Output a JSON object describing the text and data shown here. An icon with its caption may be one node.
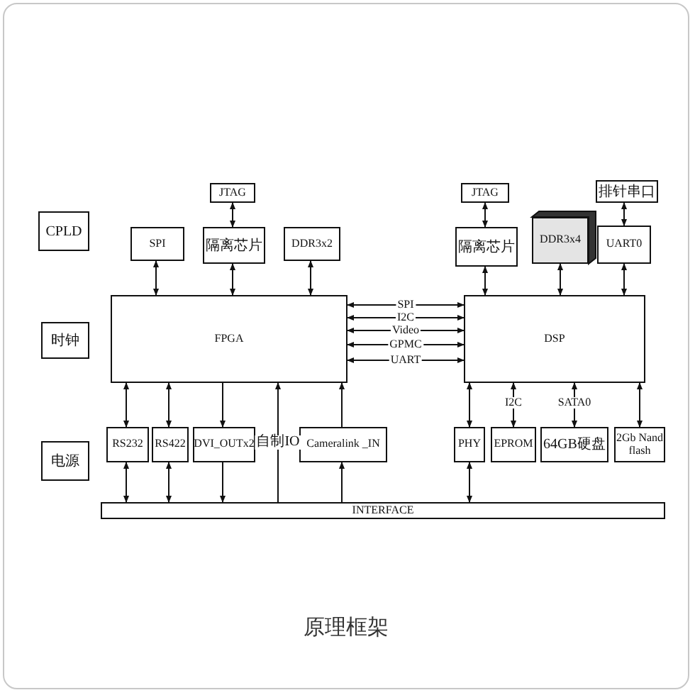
{
  "diagram": {
    "caption": "原理框架",
    "nodes": [
      {
        "text": [
          "CPLD"
        ]
      },
      {
        "text": [
          "JTAG"
        ]
      },
      {
        "text": [
          "SPI"
        ]
      },
      {
        "text": [
          "隔离芯片"
        ]
      },
      {
        "text": [
          "DDR3x2"
        ]
      },
      {
        "text": [
          "JTAG"
        ]
      },
      {
        "text": [
          "隔离芯片"
        ]
      },
      {
        "text": [
          "DDR3x4"
        ]
      },
      {
        "text": [
          "排针串口"
        ]
      },
      {
        "text": [
          "UART0"
        ]
      },
      {
        "text": [
          "时钟"
        ]
      },
      {
        "text": [
          "FPGA"
        ]
      },
      {
        "text": [
          "DSP"
        ]
      },
      {
        "text": [
          "电源"
        ]
      },
      {
        "text": [
          "RS232"
        ]
      },
      {
        "text": [
          "RS422"
        ]
      },
      {
        "text": [
          "DVI_OUTx2"
        ]
      },
      {
        "text": [
          "Cameralink _IN"
        ]
      },
      {
        "text": [
          "PHY"
        ]
      },
      {
        "text": [
          "EPROM"
        ]
      },
      {
        "text": [
          "64GB硬盘"
        ]
      },
      {
        "text": [
          "2Gb Nand flash"
        ]
      },
      {
        "text": [
          "INTERFACE"
        ]
      }
    ],
    "edges": [
      {
        "from": 1,
        "to": 3,
        "arrow": "both"
      },
      {
        "from": 2,
        "to": 11,
        "arrow": "both"
      },
      {
        "from": 3,
        "to": 11,
        "arrow": "both"
      },
      {
        "from": 4,
        "to": 11,
        "arrow": "both"
      },
      {
        "from": 11,
        "to": 12,
        "arrow": "both",
        "label": "SPI"
      },
      {
        "from": 11,
        "to": 12,
        "arrow": "both",
        "label": "I2C"
      },
      {
        "from": 11,
        "to": 12,
        "arrow": "both",
        "label": "Video"
      },
      {
        "from": 11,
        "to": 12,
        "arrow": "both",
        "label": "GPMC"
      },
      {
        "from": 11,
        "to": 12,
        "arrow": "both",
        "label": "UART"
      },
      {
        "from": 5,
        "to": 6,
        "arrow": "both"
      },
      {
        "from": 6,
        "to": 12,
        "arrow": "both"
      },
      {
        "from": 7,
        "to": 12,
        "arrow": "both"
      },
      {
        "from": 8,
        "to": 9,
        "arrow": "both"
      },
      {
        "from": 9,
        "to": 12,
        "arrow": "both"
      },
      {
        "from": 11,
        "to": 14,
        "arrow": "both"
      },
      {
        "from": 14,
        "to": 22,
        "arrow": "both"
      },
      {
        "from": 11,
        "to": 15,
        "arrow": "both"
      },
      {
        "from": 15,
        "to": 22,
        "arrow": "both"
      },
      {
        "from": 11,
        "to": 16,
        "arrow": "to"
      },
      {
        "from": 16,
        "to": 22,
        "arrow": "to"
      },
      {
        "from": 22,
        "to": 11,
        "arrow": "to",
        "label": "自制IO"
      },
      {
        "from": 22,
        "to": 17,
        "arrow": "to"
      },
      {
        "from": 17,
        "to": 11,
        "arrow": "to"
      },
      {
        "from": 12,
        "to": 18,
        "arrow": "both"
      },
      {
        "from": 12,
        "to": 19,
        "arrow": "both",
        "label": "I2C"
      },
      {
        "from": 12,
        "to": 20,
        "arrow": "both",
        "label": "SATA0"
      },
      {
        "from": 12,
        "to": 21,
        "arrow": "both"
      },
      {
        "from": 18,
        "to": 22,
        "arrow": "both"
      }
    ]
  }
}
